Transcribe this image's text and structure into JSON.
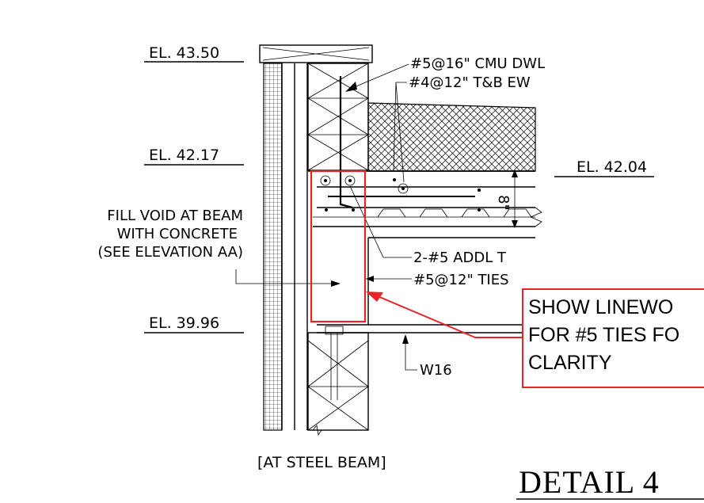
{
  "elevations": {
    "el_top": "EL. 43.50",
    "el_mid": "EL. 42.17",
    "el_slab": "EL. 42.04",
    "el_beam": "EL. 39.96"
  },
  "callouts": {
    "cmu_dowel": "#5@16\" CMU DWL",
    "slab_rebar": "#4@12\" T&B EW",
    "addl_bars": "2-#5 ADDL T",
    "ties": "#5@12\" TIES",
    "beam": "W16",
    "fill_note": [
      "FILL VOID AT BEAM",
      "WITH CONCRETE",
      "(SEE ELEVATION AA)"
    ],
    "slab_thickness": "8\""
  },
  "caption": "[AT STEEL BEAM]",
  "detail_title": "DETAIL 4",
  "markup_comment": [
    "SHOW LINEWO",
    "FOR #5 TIES FO",
    "CLARITY"
  ],
  "colors": {
    "markup": "#e8242b",
    "line": "#000000",
    "background": "#ffffff"
  }
}
